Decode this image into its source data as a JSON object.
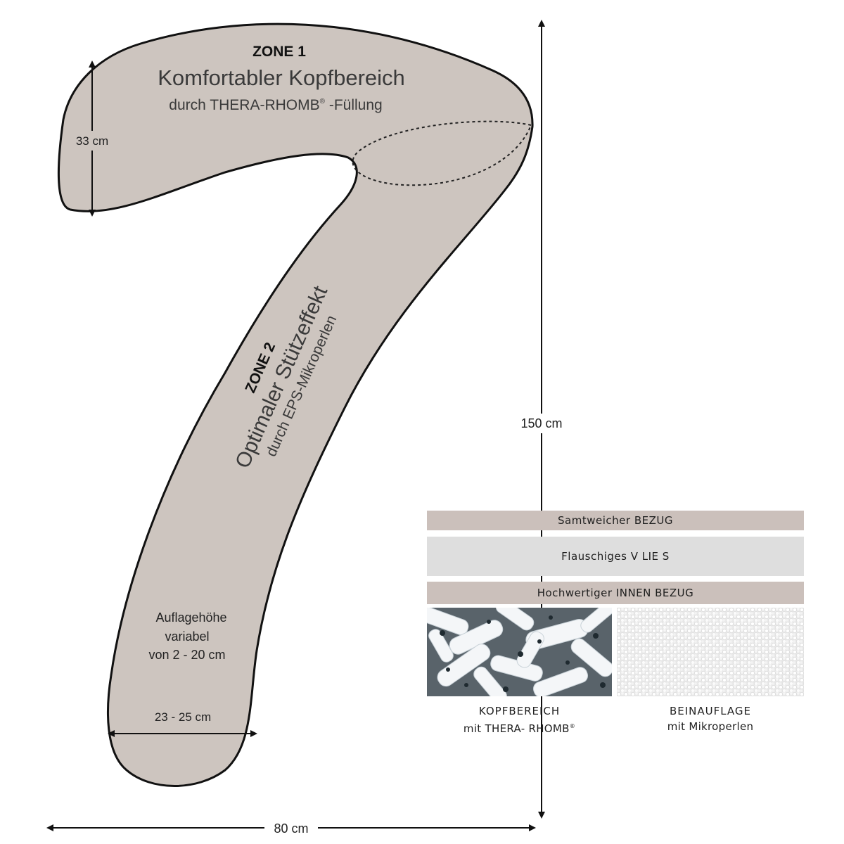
{
  "zone1": {
    "heading": "ZONE 1",
    "title": "Komfortabler Kopfbereich",
    "subtitle_pre": "durch THERA-RHOMB",
    "subtitle_reg": "®",
    "subtitle_post": " -Füllung"
  },
  "zone2": {
    "heading": "ZONE 2",
    "title": "Optimaler Stützeffekt",
    "subtitle": "durch EPS-Mikroperlen"
  },
  "measurements": {
    "head_height": "33 cm",
    "total_height": "150 cm",
    "total_width": "80 cm",
    "leg_width": "23 - 25 cm"
  },
  "support_note": {
    "line1": "Auflagehöhe",
    "line2": "variabel",
    "line3": "von 2 - 20 cm"
  },
  "layers": {
    "cover": "Samtweicher  BEZUG",
    "fleece": "Flauschiges  V LIE S",
    "inner": "Hochwertiger INNEN BEZUG"
  },
  "fillings": {
    "head_label": "KOPFBEREICH",
    "head_sub": "mit THERA- RHOMB",
    "head_reg": "®",
    "leg_label": "BEINAUFLAGE",
    "leg_sub": "mit Mikroperlen"
  },
  "colors": {
    "pillow_fill": "#cdc5bf",
    "pillow_outline": "#111111",
    "layer_dark": "#cbc0bb",
    "layer_light": "#dedede"
  }
}
